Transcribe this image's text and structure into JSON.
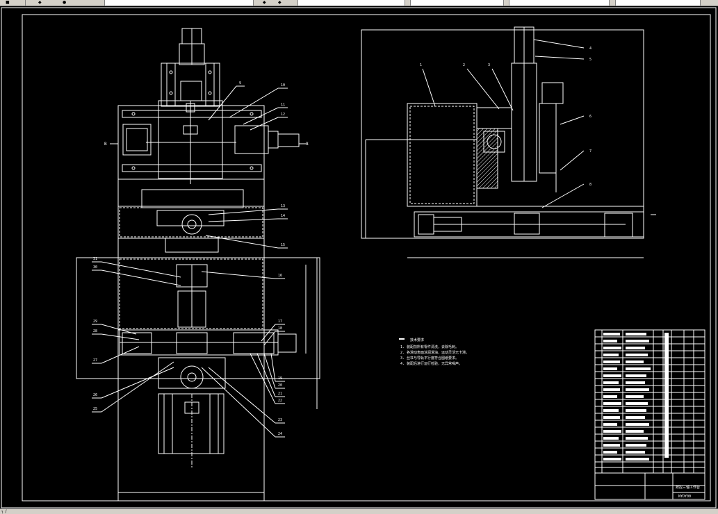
{
  "toolbar": {
    "items": [
      "■",
      "◆",
      "●",
      "◆",
      "◆"
    ],
    "layer_field": "",
    "style_field_1": "",
    "style_field_2": "",
    "style_field_3": "",
    "color_field": ""
  },
  "status": {
    "command": "┐ /"
  },
  "drawing": {
    "section_label_left": "B",
    "section_label_right": "B",
    "left_view_callouts": [
      "9",
      "10",
      "11",
      "12",
      "13",
      "14",
      "15",
      "16",
      "17",
      "18",
      "19",
      "20",
      "21",
      "22",
      "23",
      "24",
      "25",
      "26",
      "27",
      "28",
      "29",
      "30",
      "31"
    ],
    "right_view_callouts": [
      "1",
      "2",
      "3",
      "4",
      "5",
      "6",
      "7",
      "8"
    ],
    "tech_title": "技术要求",
    "tech_notes": [
      "1. 装配前所有零件清洗，去除毛刺。",
      "2. 各滑动表面涂润滑油，运动灵活无卡滞。",
      "3. 丝杠与导轨平行度符合图纸要求。",
      "4. 装配后进行运行检验，无异常噪声。"
    ],
    "title_block": {
      "name": "数控三轴工作台",
      "code": "NYDY00"
    }
  }
}
